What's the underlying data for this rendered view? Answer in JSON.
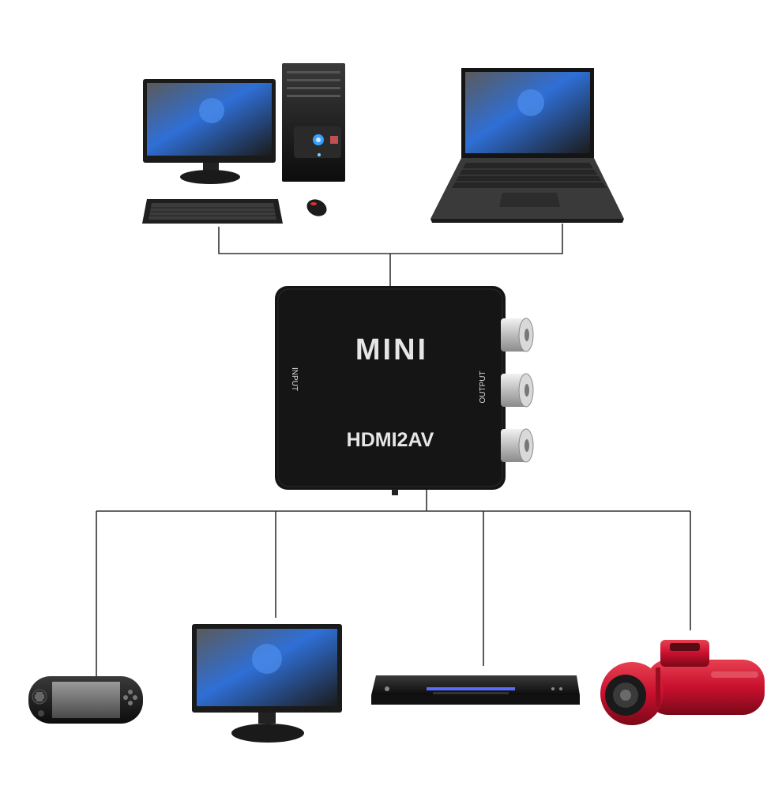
{
  "converter": {
    "brand": "MINI",
    "model": "HDMI2AV",
    "input_label": "INPUT",
    "output_label": "OUTPUT"
  },
  "sources": [
    {
      "name": "desktop-computer"
    },
    {
      "name": "laptop"
    }
  ],
  "outputs": [
    {
      "name": "handheld-game-console"
    },
    {
      "name": "monitor"
    },
    {
      "name": "dvd-player"
    },
    {
      "name": "camcorder"
    }
  ],
  "colors": {
    "line": "#333333",
    "device_body": "#151515",
    "label_text": "#e6e6e6",
    "rca_silver": "#c9c9c9",
    "camcorder_red": "#c8102e",
    "screen_blue": "#2f6fd6"
  }
}
